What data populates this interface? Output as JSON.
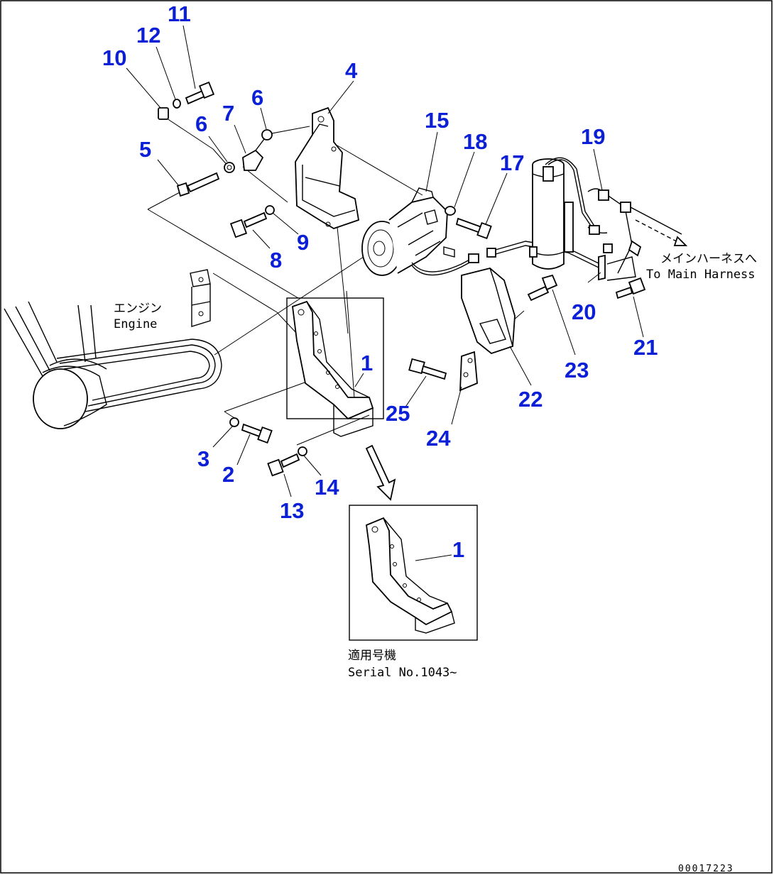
{
  "callouts": {
    "c1": "1",
    "c1b": "1",
    "c2": "2",
    "c3": "3",
    "c4": "4",
    "c5": "5",
    "c6a": "6",
    "c6b": "6",
    "c7": "7",
    "c8": "8",
    "c9": "9",
    "c10": "10",
    "c11": "11",
    "c12": "12",
    "c13": "13",
    "c14": "14",
    "c15": "15",
    "c17": "17",
    "c18": "18",
    "c19": "19",
    "c20": "20",
    "c21": "21",
    "c22": "22",
    "c23": "23",
    "c24": "24",
    "c25": "25"
  },
  "labels": {
    "engine_jp": "エンジン",
    "engine_en": "Engine",
    "harness_jp": "メインハーネスへ",
    "harness_en": "To Main Harness",
    "serial_jp": "適用号機",
    "serial_en": "Serial No.1043~",
    "drawing_no": "00017223"
  },
  "colors": {
    "callout": "#0a1fd6",
    "line": "#000000"
  }
}
